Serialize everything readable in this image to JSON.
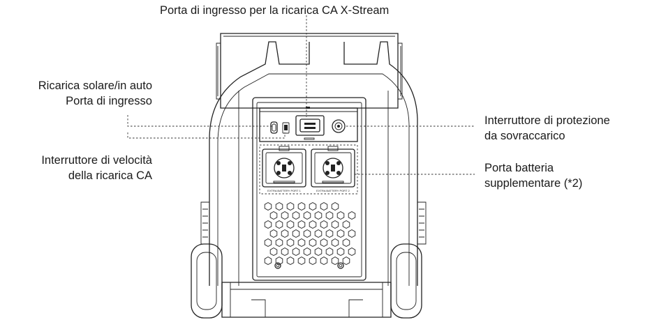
{
  "labels": {
    "ac_input": "Porta di ingresso per la ricarica CA X-Stream",
    "solar_line1": "Ricarica solare/in auto",
    "solar_line2": "Porta di ingresso",
    "speed_line1": "Interruttore di velocità",
    "speed_line2": "della ricarica CA",
    "overload_line1": "Interruttore di protezione",
    "overload_line2": "da sovraccarico",
    "battery_line1": "Porta batteria",
    "battery_line2": "supplementare (*2)"
  },
  "port_labels": {
    "port1": "EXTRA BATTERY PORT 1",
    "port2": "EXTRA BATTERY PORT 2"
  },
  "colors": {
    "line": "#222222",
    "text": "#1a1a1a",
    "background": "#ffffff"
  }
}
